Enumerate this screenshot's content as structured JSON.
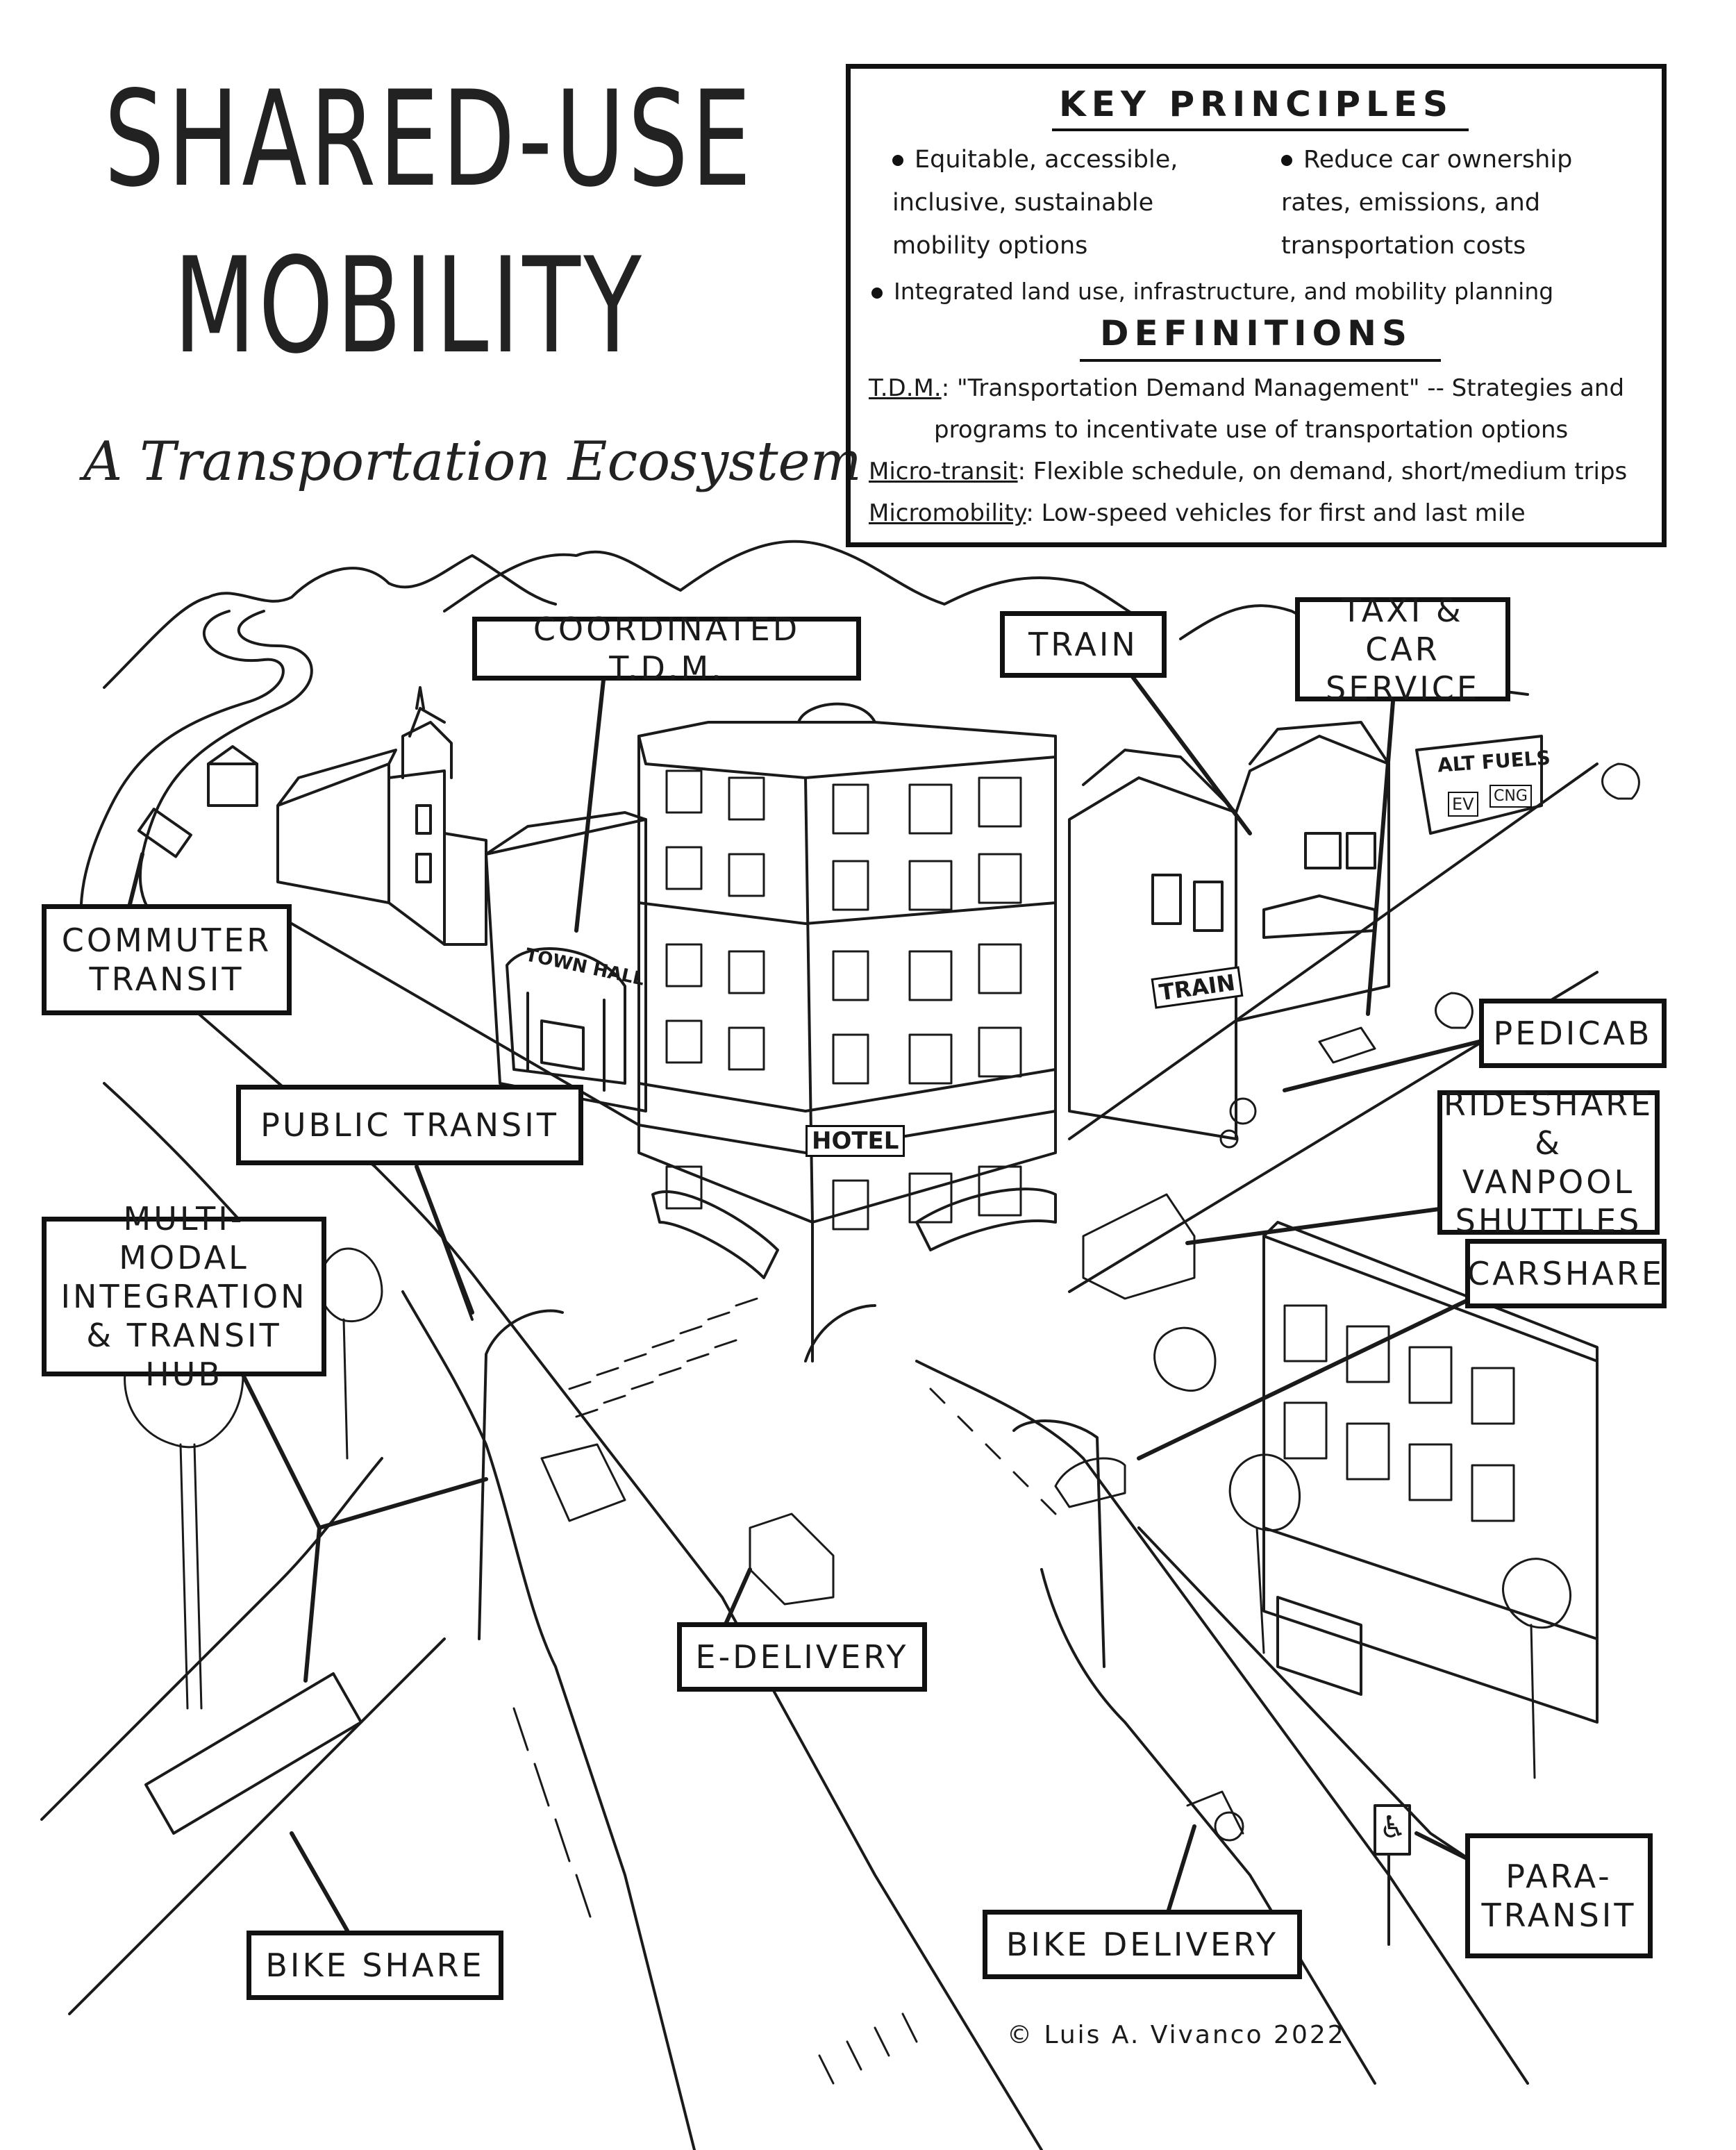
{
  "title": {
    "line1": "SHARED-USE",
    "line2": "MOBILITY",
    "subtitle": "A Transportation Ecosystem"
  },
  "key_principles": {
    "heading": "KEY PRINCIPLES",
    "bullets": [
      "Equitable, accessible, inclusive, sustainable mobility options",
      "Reduce car ownership rates, emissions, and transportation costs",
      "Integrated land use, infrastructure, and mobility planning"
    ]
  },
  "definitions": {
    "heading": "DEFINITIONS",
    "items": [
      {
        "term": "T.D.M.",
        "text": ": \"Transportation Demand Management\" -- Strategies and",
        "text2": "programs to incentivate use of transportation options"
      },
      {
        "term": "Micro-transit",
        "text": ": Flexible schedule, on demand, short/medium trips"
      },
      {
        "term": "Micromobility",
        "text": ": Low-speed vehicles for first and last mile"
      }
    ]
  },
  "labels": {
    "coordinated_tdm": "COORDINATED T.D.M.",
    "train": "TRAIN",
    "taxi": "TAXI & CAR\nSERVICE",
    "commuter_transit": "COMMUTER\nTRANSIT",
    "pedicab": "PEDICAB",
    "public_transit": "PUBLIC TRANSIT",
    "rideshare": "RIDESHARE\n& VANPOOL\nSHUTTLES",
    "multimodal": "MULTI-MODAL\nINTEGRATION\n& TRANSIT HUB",
    "carshare": "CARSHARE",
    "e_delivery": "E-DELIVERY",
    "bike_share": "BIKE SHARE",
    "bike_delivery": "BIKE DELIVERY",
    "paratransit": "PARA-\nTRANSIT"
  },
  "signs": {
    "town_hall": "TOWN HALL",
    "hotel": "HOTEL",
    "train": "TRAIN",
    "alt_fuels": "ALT FUELS",
    "ev": "EV",
    "cnc": "CNG"
  },
  "credit": "© Luis A. Vivanco 2022"
}
